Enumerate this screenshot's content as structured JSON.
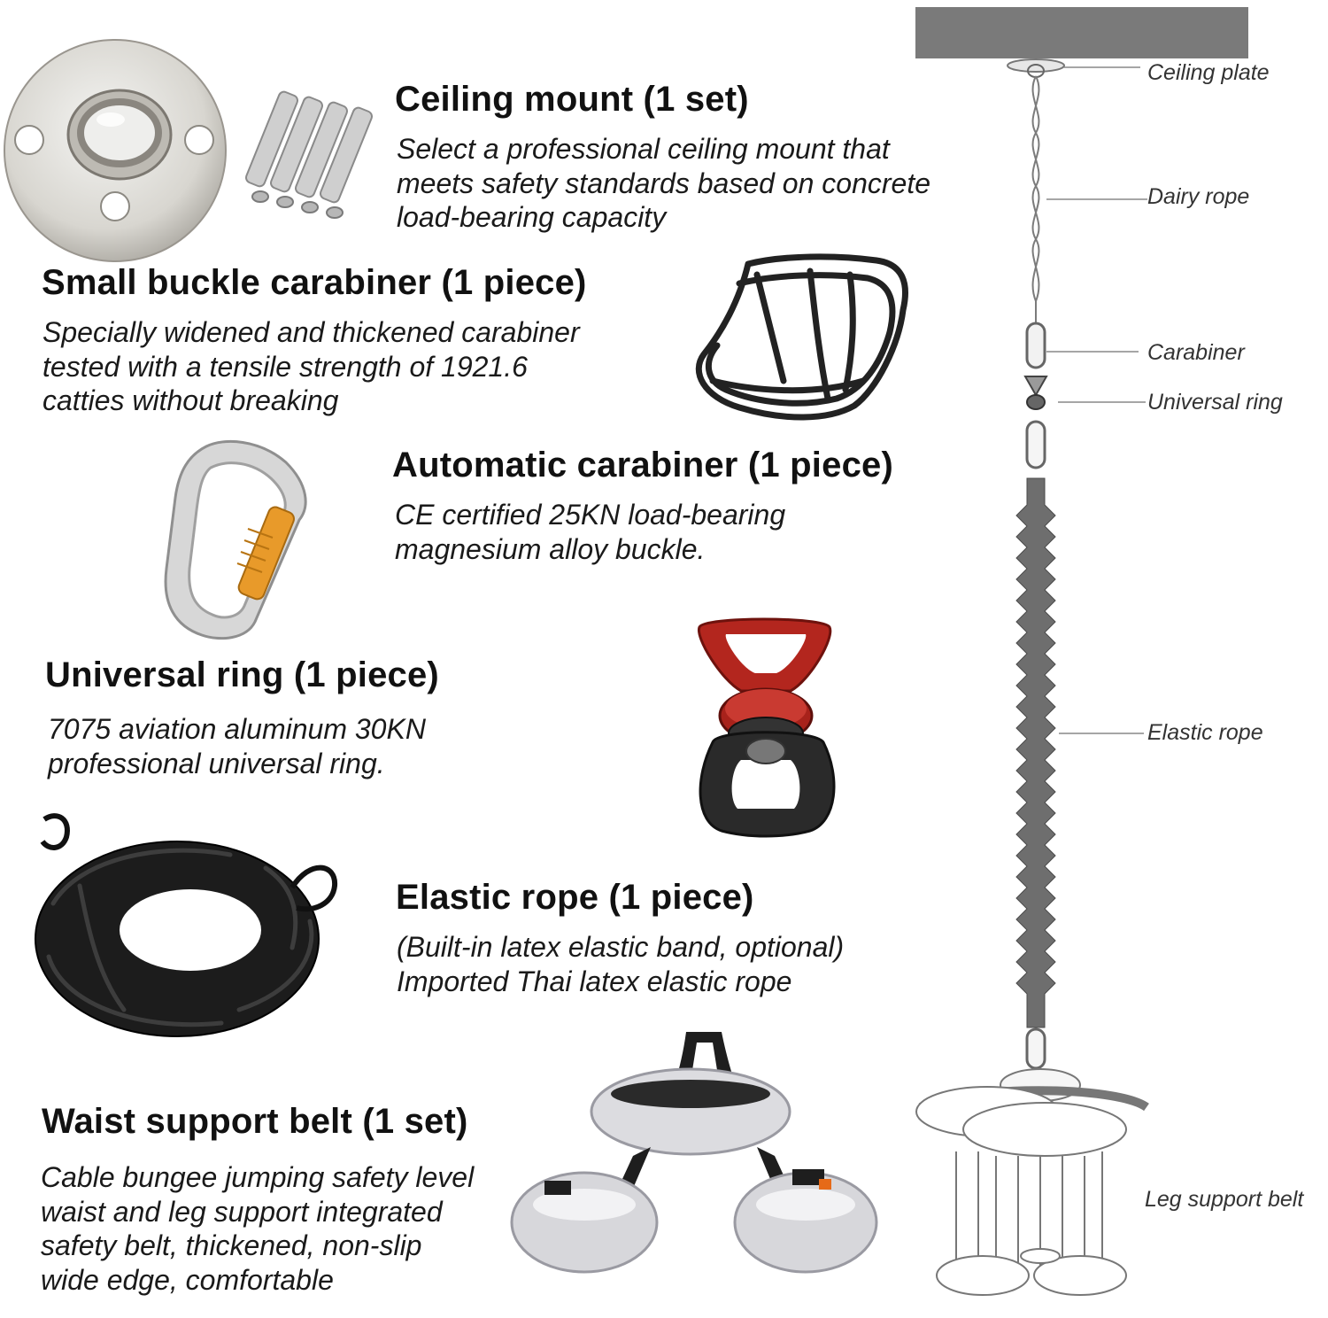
{
  "items": [
    {
      "title": "Ceiling mount (1 set)",
      "desc": "Select a professional ceiling mount that\nmeets safety standards based on concrete\nload-bearing capacity"
    },
    {
      "title": "Small buckle carabiner (1 piece)",
      "desc": "Specially widened and thickened carabiner\ntested with a tensile strength of 1921.6\ncatties without breaking"
    },
    {
      "title": "Automatic carabiner (1 piece)",
      "desc": "CE certified 25KN load-bearing\nmagnesium alloy buckle."
    },
    {
      "title": "Universal ring (1 piece)",
      "desc": "7075 aviation aluminum 30KN\nprofessional universal ring."
    },
    {
      "title": "Elastic rope (1 piece)",
      "desc": "(Built-in latex elastic band, optional)\nImported Thai latex elastic rope"
    },
    {
      "title": "Waist support belt (1 set)",
      "desc": "Cable bungee jumping safety level\nwaist and leg support integrated\nsafety belt, thickened, non-slip\nwide edge, comfortable"
    }
  ],
  "diagram": {
    "labels": [
      "Ceiling plate",
      "Dairy rope",
      "Carabiner",
      "Universal ring",
      "Elastic rope",
      "Leg support belt"
    ]
  },
  "colors": {
    "ceiling_bar": "#7a7a7a",
    "carabiner_gate": "#e89a2a",
    "swivel_red": "#b3261e",
    "rope_dark": "#1c1c1c",
    "belt_grey": "#d7d7db"
  }
}
